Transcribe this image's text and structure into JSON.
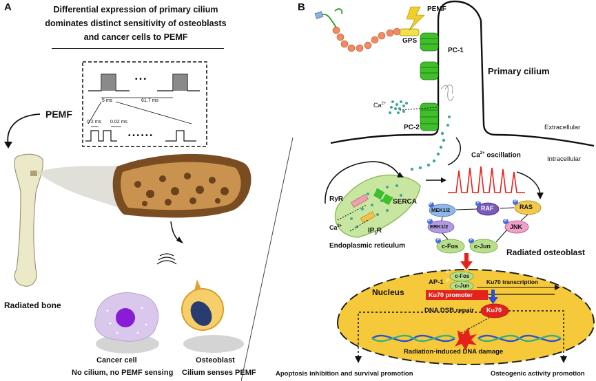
{
  "panel_a": {
    "letter": "A",
    "title_lines": [
      "Differential expression of primary cilium",
      "dominates distinct sensitivity of osteoblasts",
      "and cancer cells to PEMF"
    ],
    "pemf_label": "PEMF",
    "ellipsis": "• • •",
    "ellipsis_long": "• • • • • •",
    "timing": {
      "pulse_width": "5 ms",
      "period": "61.7 ms",
      "sub_width": "0.2 ms",
      "sub_gap": "0.02 ms"
    },
    "radiated_bone": "Radiated bone",
    "cancer_cell": {
      "name": "Cancer cell",
      "caption": "No cilium, no PEMF sensing"
    },
    "osteoblast": {
      "name": "Osteoblast",
      "caption": "Cilium senses PEMF"
    }
  },
  "panel_b": {
    "letter": "B",
    "pemf": "PEMF",
    "gps": "GPS",
    "pc1": "PC-1",
    "pc2": "PC-2",
    "primary_cilium": "Primary cilium",
    "ca": "Ca",
    "ca_sup": "2+",
    "extracellular": "Extracellular",
    "intracellular": "Intracellular",
    "ca_oscillation": "oscillation",
    "serca": "SERCA",
    "ryr": "RyR",
    "ip3r_main": "IP",
    "ip3r_sub": "3",
    "ip3r_end": "R",
    "er": "Endoplasmic reticulum",
    "kinases": {
      "mek": "MEK1/2",
      "raf": "RAF",
      "ras": "RAS",
      "erk": "ERK1/2",
      "jnk": "JNK",
      "cfos": "c-Fos",
      "cjun": "c-Jun"
    },
    "p": "P",
    "radiated_osteoblast": "Radiated osteoblast",
    "nucleus": "Nucleus",
    "ap1": "AP-1",
    "ku70_transcription": "Ku70 transcription",
    "ku70_promoter": "Ku70 promoter",
    "ku70": "Ku70",
    "dna_dsb_repair": "DNA DSB repair",
    "dna_damage": "Radiation-induced DNA damage",
    "apoptosis": "Apoptosis inhibition and survival promotion",
    "osteogenic": "Osteogenic activity promotion"
  },
  "colors": {
    "green": "#3fbf2a",
    "red": "#e3221b",
    "ca_dots": "#3aa89a",
    "nucleus": "#f5c93a",
    "er": "#c8e6a0",
    "cancer": "#d9c8ec",
    "nucleus_cancer": "#8a1bd6",
    "osteoblast": "#f6cf6a"
  }
}
